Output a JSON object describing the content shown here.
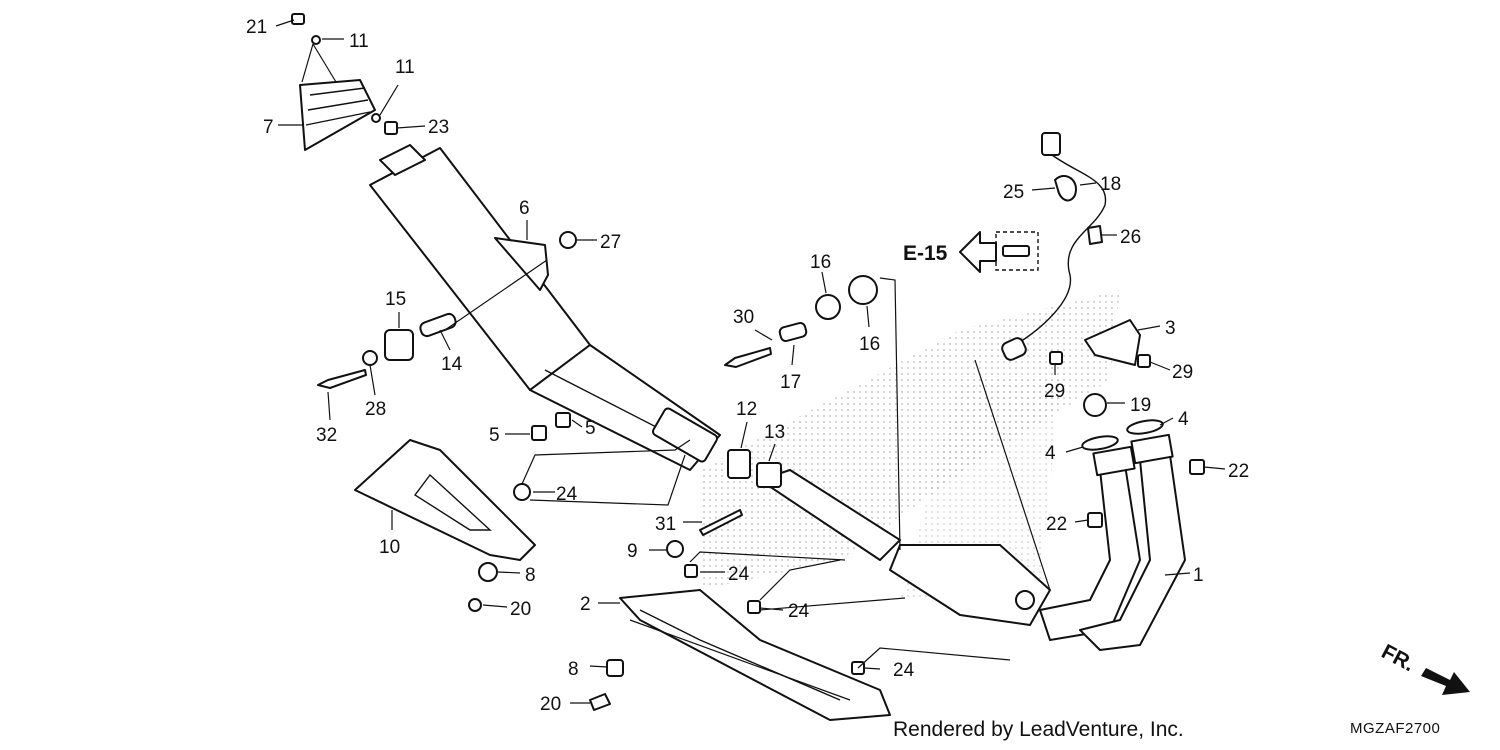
{
  "credit": "Rendered by LeadVenture, Inc.",
  "diagram_code": "MGZAF2700",
  "ref_section": "E-15",
  "front_marker": "FR.",
  "labels": [
    {
      "id": "p21a",
      "text": "21"
    },
    {
      "id": "p11a",
      "text": "11"
    },
    {
      "id": "p11b",
      "text": "11"
    },
    {
      "id": "p7",
      "text": "7"
    },
    {
      "id": "p23",
      "text": "23"
    },
    {
      "id": "p6",
      "text": "6"
    },
    {
      "id": "p27",
      "text": "27"
    },
    {
      "id": "p15",
      "text": "15"
    },
    {
      "id": "p14",
      "text": "14"
    },
    {
      "id": "p28",
      "text": "28"
    },
    {
      "id": "p32",
      "text": "32"
    },
    {
      "id": "p5a",
      "text": "5"
    },
    {
      "id": "p5b",
      "text": "5"
    },
    {
      "id": "p24a",
      "text": "24"
    },
    {
      "id": "p10",
      "text": "10"
    },
    {
      "id": "p8a",
      "text": "8"
    },
    {
      "id": "p20a",
      "text": "20"
    },
    {
      "id": "p30",
      "text": "30"
    },
    {
      "id": "p17",
      "text": "17"
    },
    {
      "id": "p16a",
      "text": "16"
    },
    {
      "id": "p16b",
      "text": "16"
    },
    {
      "id": "p12",
      "text": "12"
    },
    {
      "id": "p13",
      "text": "13"
    },
    {
      "id": "p31",
      "text": "31"
    },
    {
      "id": "p9",
      "text": "9"
    },
    {
      "id": "p24b",
      "text": "24"
    },
    {
      "id": "p2",
      "text": "2"
    },
    {
      "id": "p24c",
      "text": "24"
    },
    {
      "id": "p8b",
      "text": "8"
    },
    {
      "id": "p20b",
      "text": "20"
    },
    {
      "id": "p24d",
      "text": "24"
    },
    {
      "id": "p25",
      "text": "25"
    },
    {
      "id": "p18",
      "text": "18"
    },
    {
      "id": "p26",
      "text": "26"
    },
    {
      "id": "p3",
      "text": "3"
    },
    {
      "id": "p29a",
      "text": "29"
    },
    {
      "id": "p29b",
      "text": "29"
    },
    {
      "id": "p19",
      "text": "19"
    },
    {
      "id": "p4a",
      "text": "4"
    },
    {
      "id": "p4b",
      "text": "4"
    },
    {
      "id": "p22a",
      "text": "22"
    },
    {
      "id": "p22b",
      "text": "22"
    },
    {
      "id": "p1",
      "text": "1"
    }
  ]
}
